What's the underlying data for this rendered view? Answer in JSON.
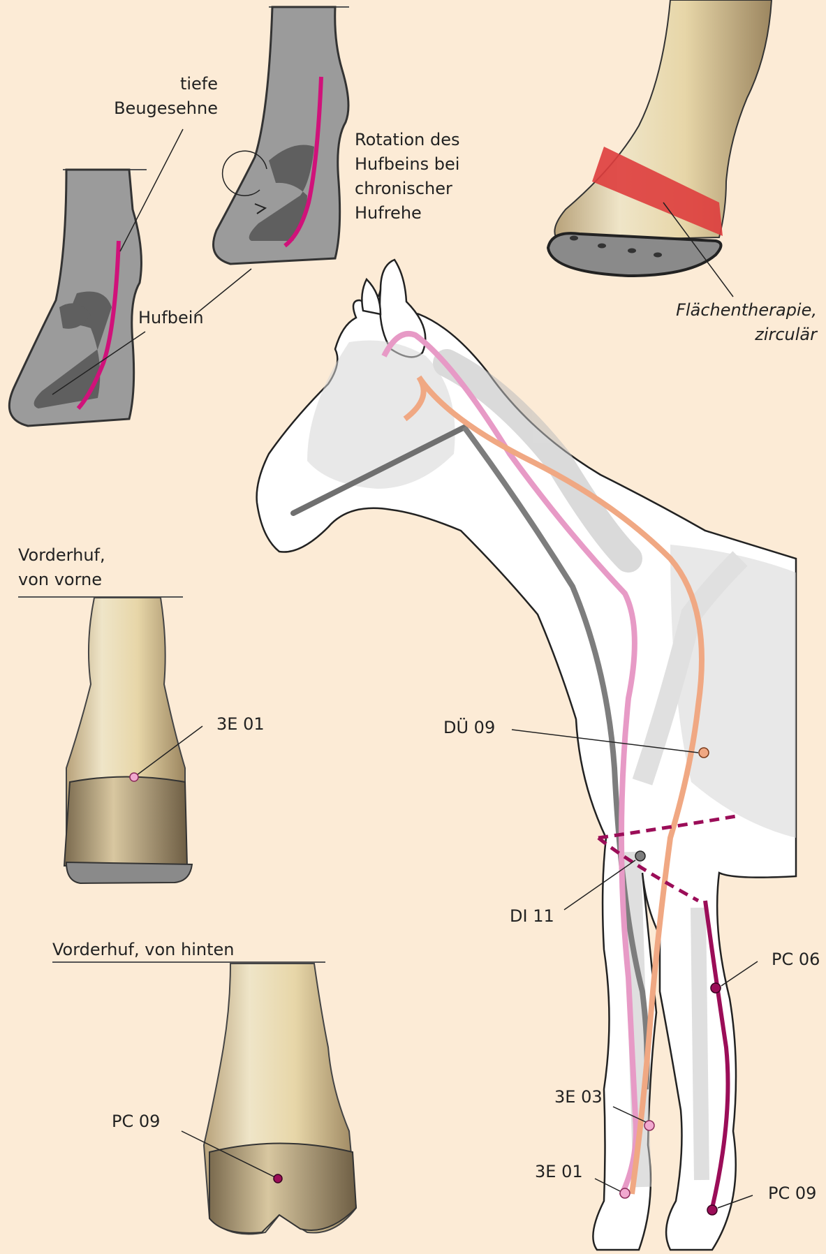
{
  "colors": {
    "background": "#fcebd6",
    "bone_gray": "#9b9b9b",
    "bone_dark": "#5f5f5f",
    "tendon_magenta": "#d0127a",
    "meridian_pink": "#e79ac6",
    "meridian_orange": "#f0a883",
    "meridian_gray": "#7d7d7d",
    "meridian_wine": "#9b0d58",
    "bandage_red": "#de3d3d"
  },
  "hoof_sections": {
    "label_tendon": [
      "tiefe",
      "Beugesehne"
    ],
    "label_coffin_bone": "Hufbein",
    "label_rotation": [
      "Rotation des",
      "Hufbeins bei",
      "chronischer",
      "Hufrehe"
    ]
  },
  "bandaged_leg": {
    "label": [
      "Flächentherapie,",
      "zirculär"
    ]
  },
  "front_view": {
    "title": [
      "Vorderhuf,",
      "von vorne"
    ],
    "point": "3E 01"
  },
  "back_view": {
    "title": "Vorderhuf, von hinten",
    "point": "PC 09"
  },
  "horse": {
    "points": {
      "du09": "DÜ 09",
      "di11": "DI 11",
      "pc06": "PC 06",
      "e3_03": "3E 03",
      "e3_01": "3E 01",
      "pc09": "PC 09"
    }
  }
}
